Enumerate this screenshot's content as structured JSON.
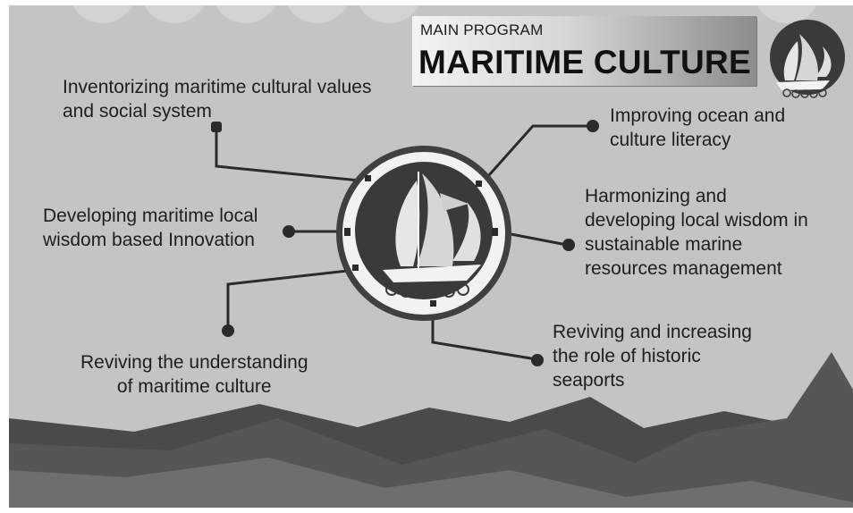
{
  "header": {
    "subtitle": "MAIN PROGRAM",
    "title": "MARITIME CULTURE"
  },
  "center": {
    "emblem_icon": "sailing-ship-icon"
  },
  "programs": [
    {
      "id": "inventory",
      "lines": [
        "Inventorizing maritime cultural values",
        "and social system"
      ]
    },
    {
      "id": "local-wisdom-innovation",
      "lines": [
        "Developing maritime local",
        "wisdom based Innovation"
      ]
    },
    {
      "id": "understanding",
      "lines": [
        "Reviving the understanding",
        "of maritime culture"
      ]
    },
    {
      "id": "ocean-literacy",
      "lines": [
        "Improving ocean and",
        "culture literacy"
      ]
    },
    {
      "id": "harmonizing",
      "lines": [
        "Harmonizing and",
        "developing local wisdom in",
        "sustainable marine",
        "resources management"
      ]
    },
    {
      "id": "seaports",
      "lines": [
        "Reviving and increasing",
        "the role of historic",
        "seaports"
      ]
    }
  ],
  "colors": {
    "background": "#c4c4c4",
    "mountain_dark": "#4a4a4a",
    "mountain_mid": "#6e6e6e",
    "connector": "#2b2b2b",
    "emblem_dark": "#3a3a3a",
    "emblem_ring": "#f2f2f2"
  }
}
